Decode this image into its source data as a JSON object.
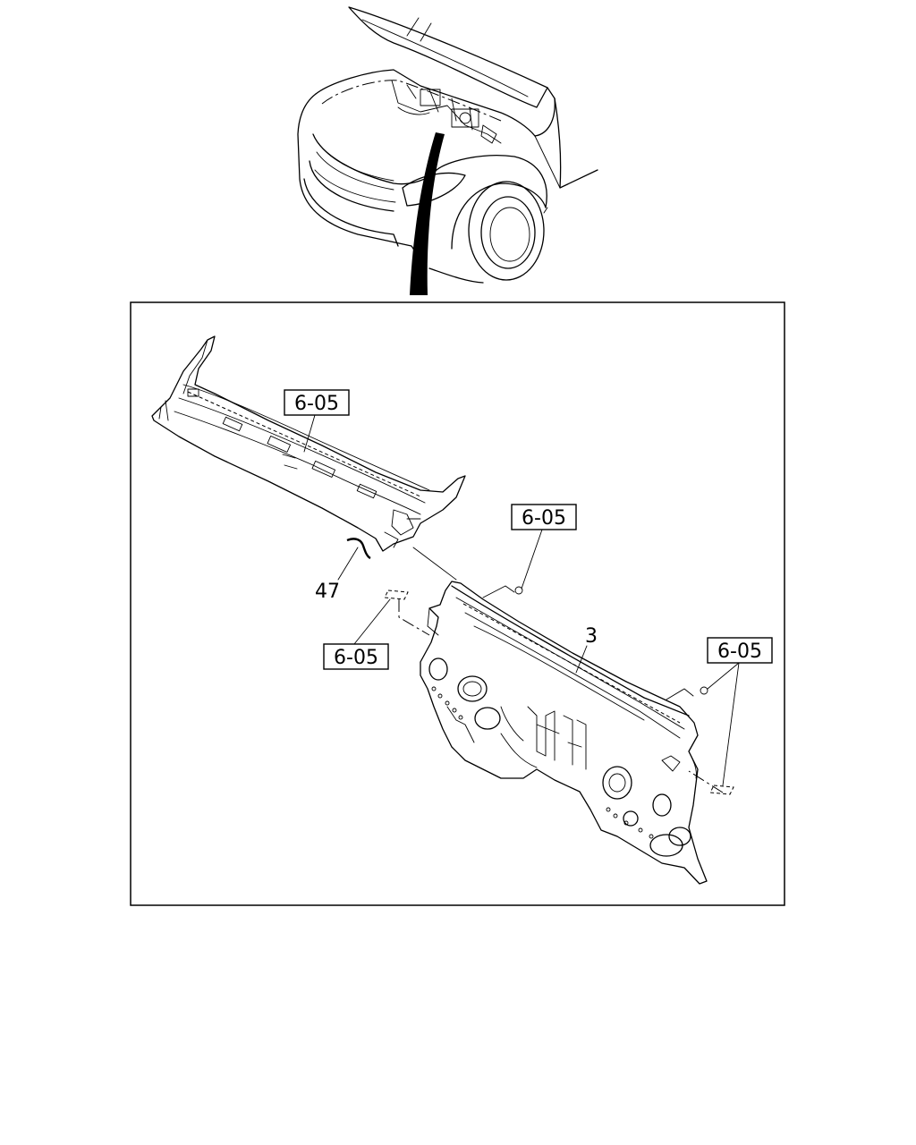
{
  "diagram": {
    "callouts": {
      "ref_cowl_top": "6-05",
      "ref_dash_top": "6-05",
      "ref_dash_left": "6-05",
      "ref_dash_right": "6-05"
    },
    "part_numbers": {
      "seal": "47",
      "dash_panel": "3"
    }
  }
}
